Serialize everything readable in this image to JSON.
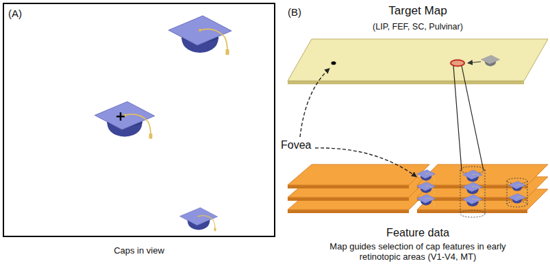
{
  "diagram": {
    "nodes": [
      {
        "text": [
          "(A)",
          "Caps in view"
        ]
      },
      {
        "text": [
          "Target Map",
          "(LIP, FEF, SC, Pulvinar)"
        ]
      },
      {
        "text": [
          "Feature data",
          "Map guides selection of cap features in early retinotopic areas (V1-V4, MT)"
        ]
      }
    ],
    "edges": [
      {
        "from": 1,
        "to": 2,
        "arrow": "none"
      }
    ],
    "labels": [
      "(B)",
      "Fovea"
    ]
  }
}
